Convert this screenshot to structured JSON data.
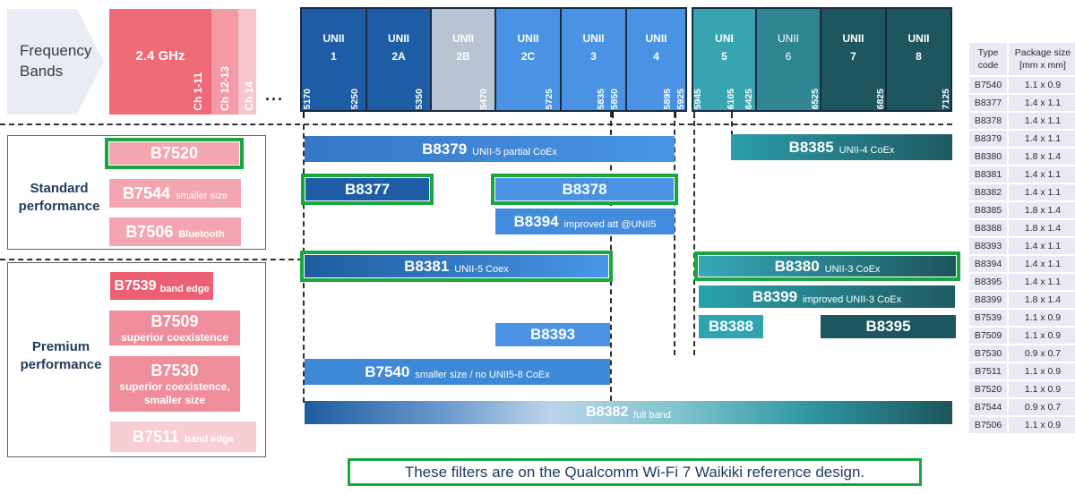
{
  "colors": {
    "green_accent": "#18a73f",
    "dark_blue": "#1e5da5",
    "medium_blue": "#4a93e4",
    "gray_band": "#b9c4d2",
    "teal": "#38a4b2",
    "mid_teal": "#2e8692",
    "dark_teal": "#1d565e",
    "red_24ghz": "#ed6a76",
    "pink": "#f3a6b0",
    "navy_text": "#1c3c60"
  },
  "header": {
    "frequency_bands_label": "Frequency Bands",
    "ellipsis": "...",
    "band_24ghz": {
      "label": "2.4 GHz",
      "channel_labels": [
        "Ch 1-11",
        "Ch 12-13",
        "Ch 14"
      ]
    },
    "unii_cells": [
      {
        "line1": "UNII",
        "line2": "1"
      },
      {
        "line1": "UNII",
        "line2": "2A"
      },
      {
        "line1": "UNII",
        "line2": "2B"
      },
      {
        "line1": "UNII",
        "line2": "2C"
      },
      {
        "line1": "UNII",
        "line2": "3"
      },
      {
        "line1": "UNII",
        "line2": "4"
      },
      {
        "line1": "UNI",
        "line2": "5"
      },
      {
        "line1": "UNII",
        "line2": "6"
      },
      {
        "line1": "UNII",
        "line2": "7"
      },
      {
        "line1": "UNII",
        "line2": "8"
      }
    ],
    "freq_labels": [
      "5170",
      "5250",
      "5350",
      "5470",
      "5725",
      "5835",
      "5850",
      "5895",
      "5925",
      "5945",
      "6105",
      "6425",
      "6525",
      "6825",
      "7125"
    ]
  },
  "left_panel": {
    "standard_label": "Standard performance",
    "premium_label": "Premium performance",
    "standard_filters": [
      {
        "code": "B7520",
        "sublabel": ""
      },
      {
        "code": "B7544",
        "sublabel": "smaller size"
      },
      {
        "code": "B7506",
        "sublabel": "Bluetooth"
      }
    ],
    "premium_filters": [
      {
        "code": "B7539",
        "sublabel": "band edge"
      },
      {
        "code": "B7509",
        "line2": "superior coexistence"
      },
      {
        "code": "B7530",
        "line2": "superior coexistence,",
        "line3": "smaller size"
      },
      {
        "code": "B7511",
        "sublabel": "band edge"
      }
    ]
  },
  "filter_bars": {
    "b8379": {
      "code": "B8379",
      "sublabel": "UNII-5 partial CoEx"
    },
    "b8385": {
      "code": "B8385",
      "sublabel": "UNII-4 CoEx"
    },
    "b8377": {
      "code": "B8377"
    },
    "b8378": {
      "code": "B8378"
    },
    "b8394": {
      "code": "B8394",
      "sublabel": "improved att @UNII5"
    },
    "b8381": {
      "code": "B8381",
      "sublabel": "UNII-5 Coex"
    },
    "b8380": {
      "code": "B8380",
      "sublabel": "UNII-3 CoEx"
    },
    "b8399": {
      "code": "B8399",
      "sublabel": "improved UNII-3 CoEx"
    },
    "b8393": {
      "code": "B8393"
    },
    "b8388": {
      "code": "B8388"
    },
    "b8395": {
      "code": "B8395"
    },
    "b7540": {
      "code": "B7540",
      "sublabel": "smaller size / no UNII5-8 CoEx"
    },
    "b8382": {
      "code": "B8382",
      "sublabel": "full band"
    }
  },
  "package_table": {
    "col1_header": [
      "Type",
      "code"
    ],
    "col2_header": [
      "Package size",
      "[mm x mm]"
    ],
    "rows": [
      {
        "code": "B7540",
        "size": "1.1 x 0.9"
      },
      {
        "code": "B8377",
        "size": "1.4 x 1.1"
      },
      {
        "code": "B8378",
        "size": "1.4 x 1.1"
      },
      {
        "code": "B8379",
        "size": "1.4 x 1.1"
      },
      {
        "code": "B8380",
        "size": "1.8 x 1.4"
      },
      {
        "code": "B8381",
        "size": "1.4 x 1.1"
      },
      {
        "code": "B8382",
        "size": "1.4 x 1.1"
      },
      {
        "code": "B8385",
        "size": "1.8 x 1.4"
      },
      {
        "code": "B8388",
        "size": "1.8 x 1.4"
      },
      {
        "code": "B8393",
        "size": "1.4 x 1.1"
      },
      {
        "code": "B8394",
        "size": "1.4 x 1.1"
      },
      {
        "code": "B8395",
        "size": "1.4 x 1.1"
      },
      {
        "code": "B8399",
        "size": "1.8 x 1.4"
      },
      {
        "code": "B7539",
        "size": "1.1 x 0.9"
      },
      {
        "code": "B7509",
        "size": "1.1 x 0.9"
      },
      {
        "code": "B7530",
        "size": "0.9 x 0.7"
      },
      {
        "code": "B7511",
        "size": "1.1 x 0.9"
      },
      {
        "code": "B7520",
        "size": "1.1 x 0.9"
      },
      {
        "code": "B7544",
        "size": "0.9 x 0.7"
      },
      {
        "code": "B7506",
        "size": "1.1 x 0.9"
      }
    ]
  },
  "caption": {
    "text": "These filters are on the Qualcomm Wi-Fi 7 Waikiki reference design."
  }
}
